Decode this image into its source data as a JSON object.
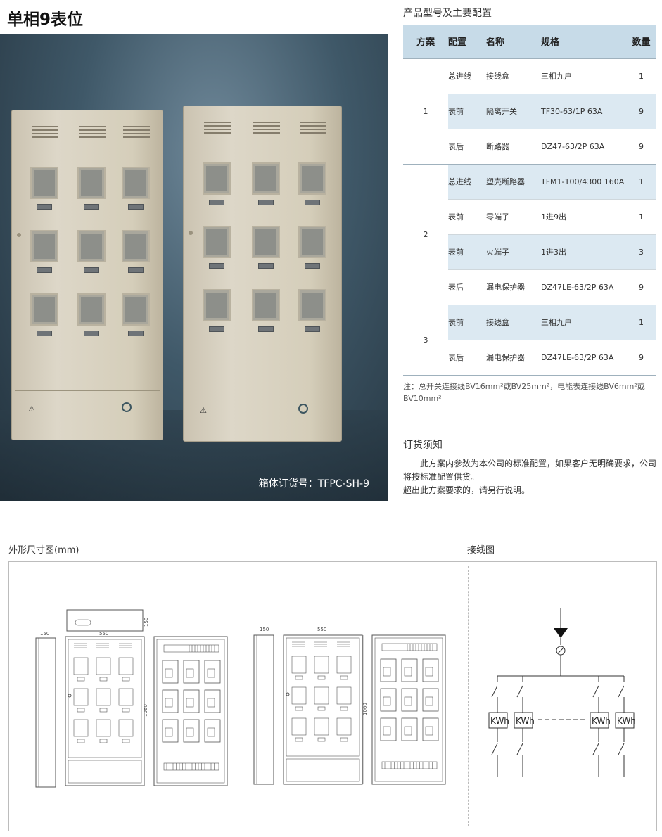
{
  "page": {
    "title": "单相9表位"
  },
  "photo": {
    "caption": "箱体订货号：TFPC-SH-9"
  },
  "spec": {
    "title": "产品型号及主要配置",
    "headers": [
      "方案",
      "配置",
      "名称",
      "规格",
      "数量"
    ],
    "groups": [
      {
        "plan": "1",
        "rows": [
          {
            "config": "总进线",
            "name": "接线盒",
            "spec": "三相九户",
            "qty": "1"
          },
          {
            "config": "表前",
            "name": "隔离开关",
            "spec": "TF30-63/1P 63A",
            "qty": "9"
          },
          {
            "config": "表后",
            "name": "断路器",
            "spec": "DZ47-63/2P 63A",
            "qty": "9"
          }
        ]
      },
      {
        "plan": "2",
        "rows": [
          {
            "config": "总进线",
            "name": "塑壳断路器",
            "spec": "TFM1-100/4300 160A",
            "qty": "1"
          },
          {
            "config": "表前",
            "name": "零端子",
            "spec": "1进9出",
            "qty": "1"
          },
          {
            "config": "表前",
            "name": "火端子",
            "spec": "1进3出",
            "qty": "3"
          },
          {
            "config": "表后",
            "name": "漏电保护器",
            "spec": "DZ47LE-63/2P 63A",
            "qty": "9"
          }
        ]
      },
      {
        "plan": "3",
        "rows": [
          {
            "config": "表前",
            "name": "接线盒",
            "spec": "三相九户",
            "qty": "1"
          },
          {
            "config": "表后",
            "name": "漏电保护器",
            "spec": "DZ47LE-63/2P 63A",
            "qty": "9"
          }
        ]
      }
    ],
    "note": "注：总开关连接线BV16mm²或BV25mm²，电能表连接线BV6mm²或BV10mm²"
  },
  "order": {
    "title": "订货须知",
    "lines": [
      "　　此方案内参数为本公司的标准配置，如果客户无明确要求，公司将按标准配置供货。",
      "超出此方案要求的，请另行说明。"
    ]
  },
  "drawing": {
    "dim_title": "外形尺寸图(mm)",
    "wire_title": "接线图",
    "dim_150": "150",
    "dim_550": "550",
    "dim_1060": "1060",
    "meter_label": "KWh"
  }
}
